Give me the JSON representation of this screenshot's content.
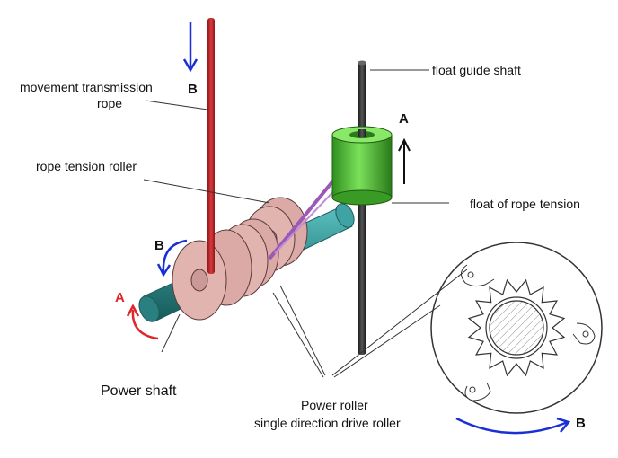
{
  "labels": {
    "movement_rope_line1": "movement transmission",
    "movement_rope_line2": "rope",
    "float_guide_shaft": "float guide shaft",
    "rope_tension_roller": "rope tension roller",
    "float_of_rope_tension": "float of rope tension",
    "power_shaft": "Power shaft",
    "power_roller_line1": "Power roller",
    "power_roller_line2": "single direction drive roller"
  },
  "direction_markers": {
    "rope_down": "B",
    "float_up": "A",
    "roller_rotation": "B",
    "shaft_rotation": "A",
    "inset_rotation": "B"
  },
  "colors": {
    "rope": "#c0282c",
    "guide_shaft": "#2b2b2b",
    "float": "#5ccf3a",
    "shaft": "#2f8a8a",
    "disc": "#e2b4b0",
    "tension_cord": "#9b59b6",
    "arrow_blue": "#1a2fd6",
    "arrow_red": "#e0262b"
  }
}
